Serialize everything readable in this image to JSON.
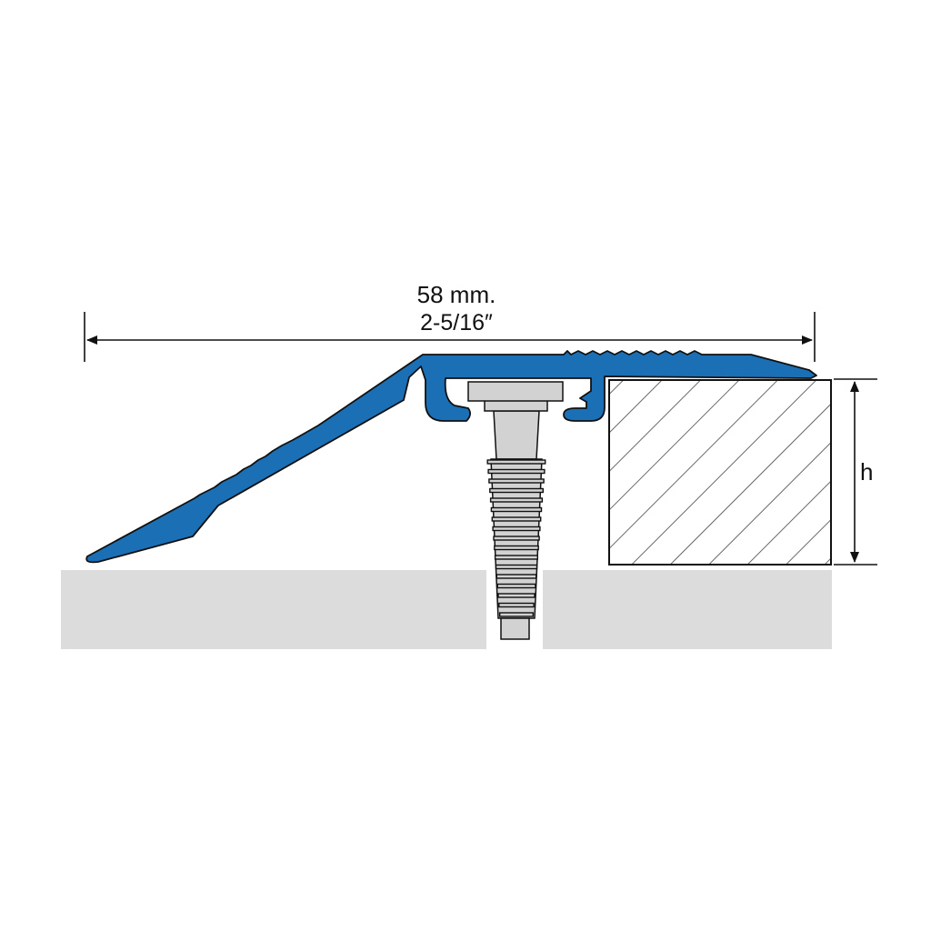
{
  "labels": {
    "width_mm": "58 mm.",
    "width_in": "2-5/16″",
    "height": "h"
  },
  "colors": {
    "profile": "#1a6fb5",
    "outline": "#111111",
    "subfloor": "#dcdcdc",
    "screw": "#d2d2d2",
    "hatch": "#444444",
    "background": "#ffffff"
  }
}
